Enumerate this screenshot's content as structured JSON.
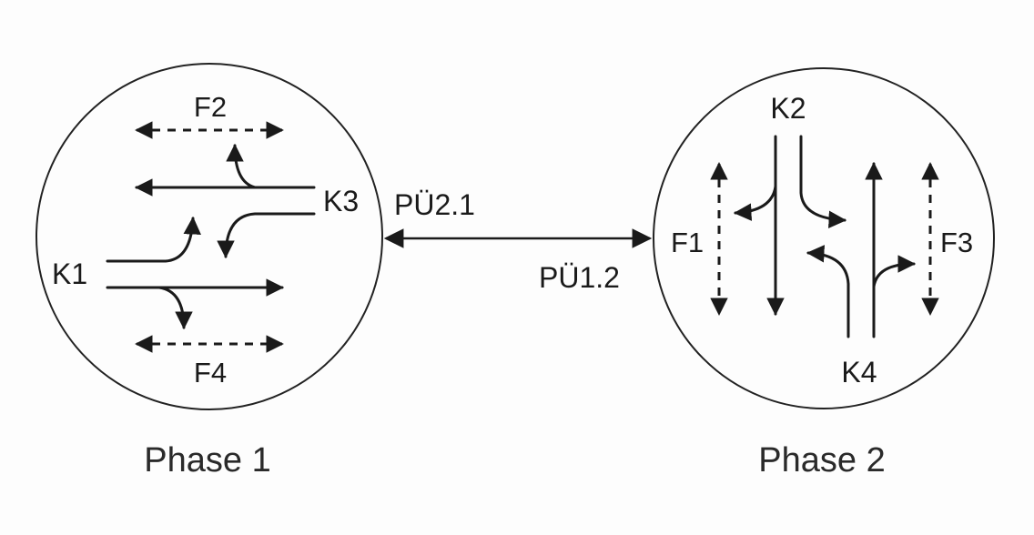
{
  "phase1": {
    "title": "Phase 1",
    "labels": {
      "F2": "F2",
      "F4": "F4",
      "K1": "K1",
      "K3": "K3"
    }
  },
  "phase2": {
    "title": "Phase 2",
    "labels": {
      "K2": "K2",
      "K4": "K4",
      "F1": "F1",
      "F3": "F3"
    }
  },
  "transitions": {
    "p21": "PÜ2.1",
    "p12": "PÜ1.2"
  },
  "colors": {
    "ink": "#1a1a1a",
    "background": "#ffffff"
  }
}
